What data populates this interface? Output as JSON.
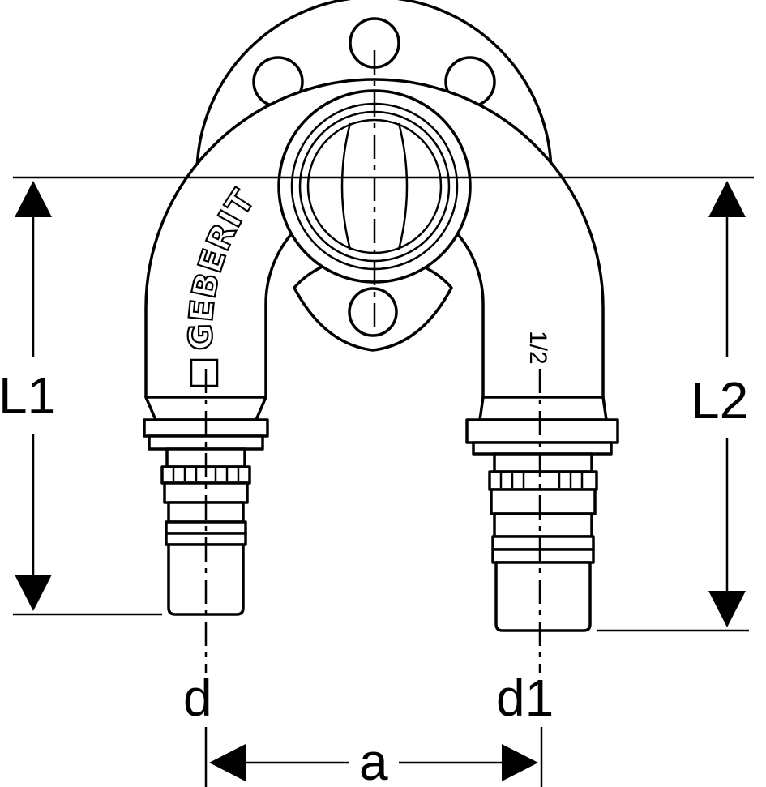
{
  "brand": "GEBERIT",
  "size_marking": "1/2",
  "dimensions": {
    "L1": "L1",
    "L2": "L2",
    "d": "d",
    "d1": "d1",
    "a": "a"
  }
}
